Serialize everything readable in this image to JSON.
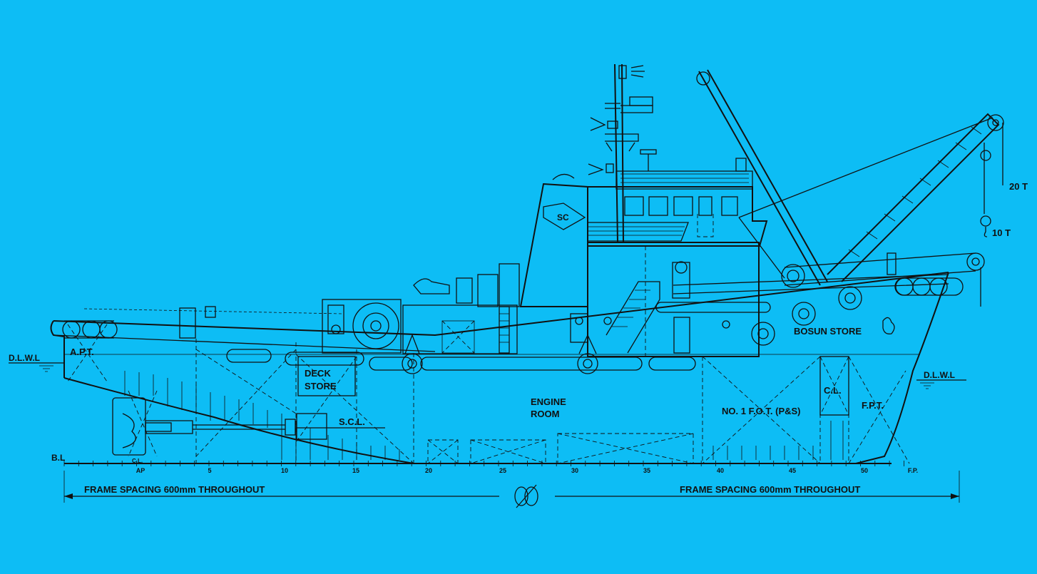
{
  "colors": {
    "background": "#0DBDF5",
    "ink": "#111111"
  },
  "waterline": {
    "label_left": "D.L.W.L",
    "label_right": "D.L.W.L"
  },
  "baseline": {
    "label": "B.L"
  },
  "frames": {
    "labels": [
      "AP",
      "5",
      "10",
      "15",
      "20",
      "25",
      "30",
      "35",
      "40",
      "45",
      "50",
      "F.P."
    ],
    "spacing_left": "FRAME SPACING  600mm THROUGHOUT",
    "spacing_right": "FRAME SPACING  600mm THROUGHOUT"
  },
  "compartments": {
    "apt": "A.P.T.",
    "deck_store_1": "DECK",
    "deck_store_2": "STORE",
    "scl": "S.C.L.",
    "engine_room_1": "ENGINE",
    "engine_room_2": "ROOM",
    "fot": "NO. 1 F.O.T. (P&S)",
    "cl": "C.L.",
    "fpt": "F.P.T.",
    "bosun_store": "BOSUN STORE"
  },
  "funnel_logo": "SC",
  "crane": {
    "load_main": "20 T",
    "load_aux": "10 T"
  },
  "stern_mark": "C.L."
}
